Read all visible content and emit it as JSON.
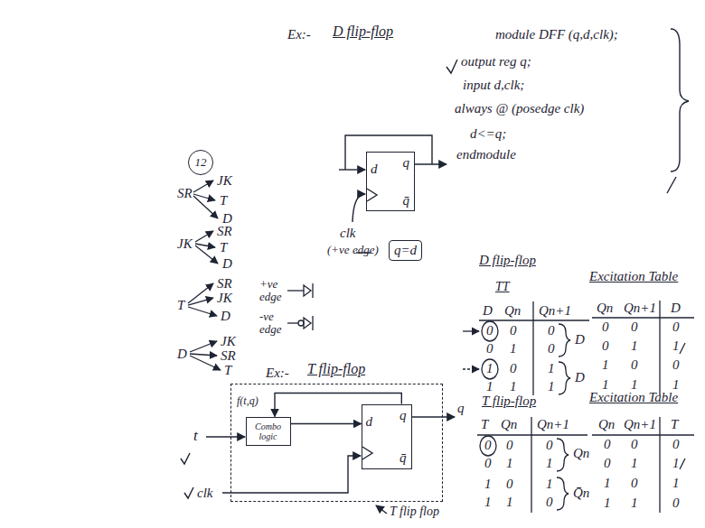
{
  "diagram": {
    "nodes": [
      {
        "text": [
          "12"
        ]
      },
      {
        "text": [
          "d",
          "q",
          "q̄"
        ]
      },
      {
        "text": [
          "q=d"
        ]
      },
      {
        "text": [
          "T flip flop"
        ]
      },
      {
        "text": [
          "Combo logic"
        ],
        "in": 3
      },
      {
        "text": [
          "d",
          "q",
          "q̄"
        ],
        "in": 3
      }
    ],
    "edges": [
      {
        "from": 4,
        "to": 5,
        "arrow": "to"
      },
      {
        "from": 5,
        "to": 4,
        "arrow": "to"
      }
    ],
    "labels": [
      "Ex:-",
      "D flip-flop",
      "module DFF (q,d,clk);",
      "output reg q;",
      "input d,clk;",
      "always @ (posedge clk)",
      "d<=q;",
      "endmodule",
      "clk",
      "(+ve edge)",
      "SR",
      "JK",
      "T",
      "D",
      "JK",
      "SR",
      "T",
      "D",
      "T",
      "SR",
      "JK",
      "D",
      "D",
      "JK",
      "SR",
      "T",
      "+ve edge",
      "-ve edge",
      "D flip-flop",
      "TT",
      "D",
      "Qn",
      "Qn+1",
      "0",
      "0",
      "0",
      "0",
      "1",
      "0",
      "1",
      "0",
      "1",
      "1",
      "1",
      "1",
      "D",
      "D",
      "Excitation Table",
      "Qn",
      "Qn+1",
      "D",
      "0",
      "0",
      "0",
      "0",
      "1",
      "1",
      "1",
      "0",
      "0",
      "1",
      "1",
      "1",
      "Ex:-",
      "T flip-flop",
      "T flip-flop",
      "T",
      "Qn",
      "Qn+1",
      "0",
      "0",
      "0",
      "0",
      "1",
      "1",
      "1",
      "0",
      "1",
      "1",
      "1",
      "0",
      "Qn",
      "Q̄n",
      "Excitation Table",
      "Qn",
      "Qn+1",
      "T",
      "0",
      "0",
      "0",
      "0",
      "1",
      "1",
      "1",
      "0",
      "1",
      "1",
      "1",
      "0",
      "t",
      "clk",
      "q",
      "f(t,q)"
    ]
  }
}
